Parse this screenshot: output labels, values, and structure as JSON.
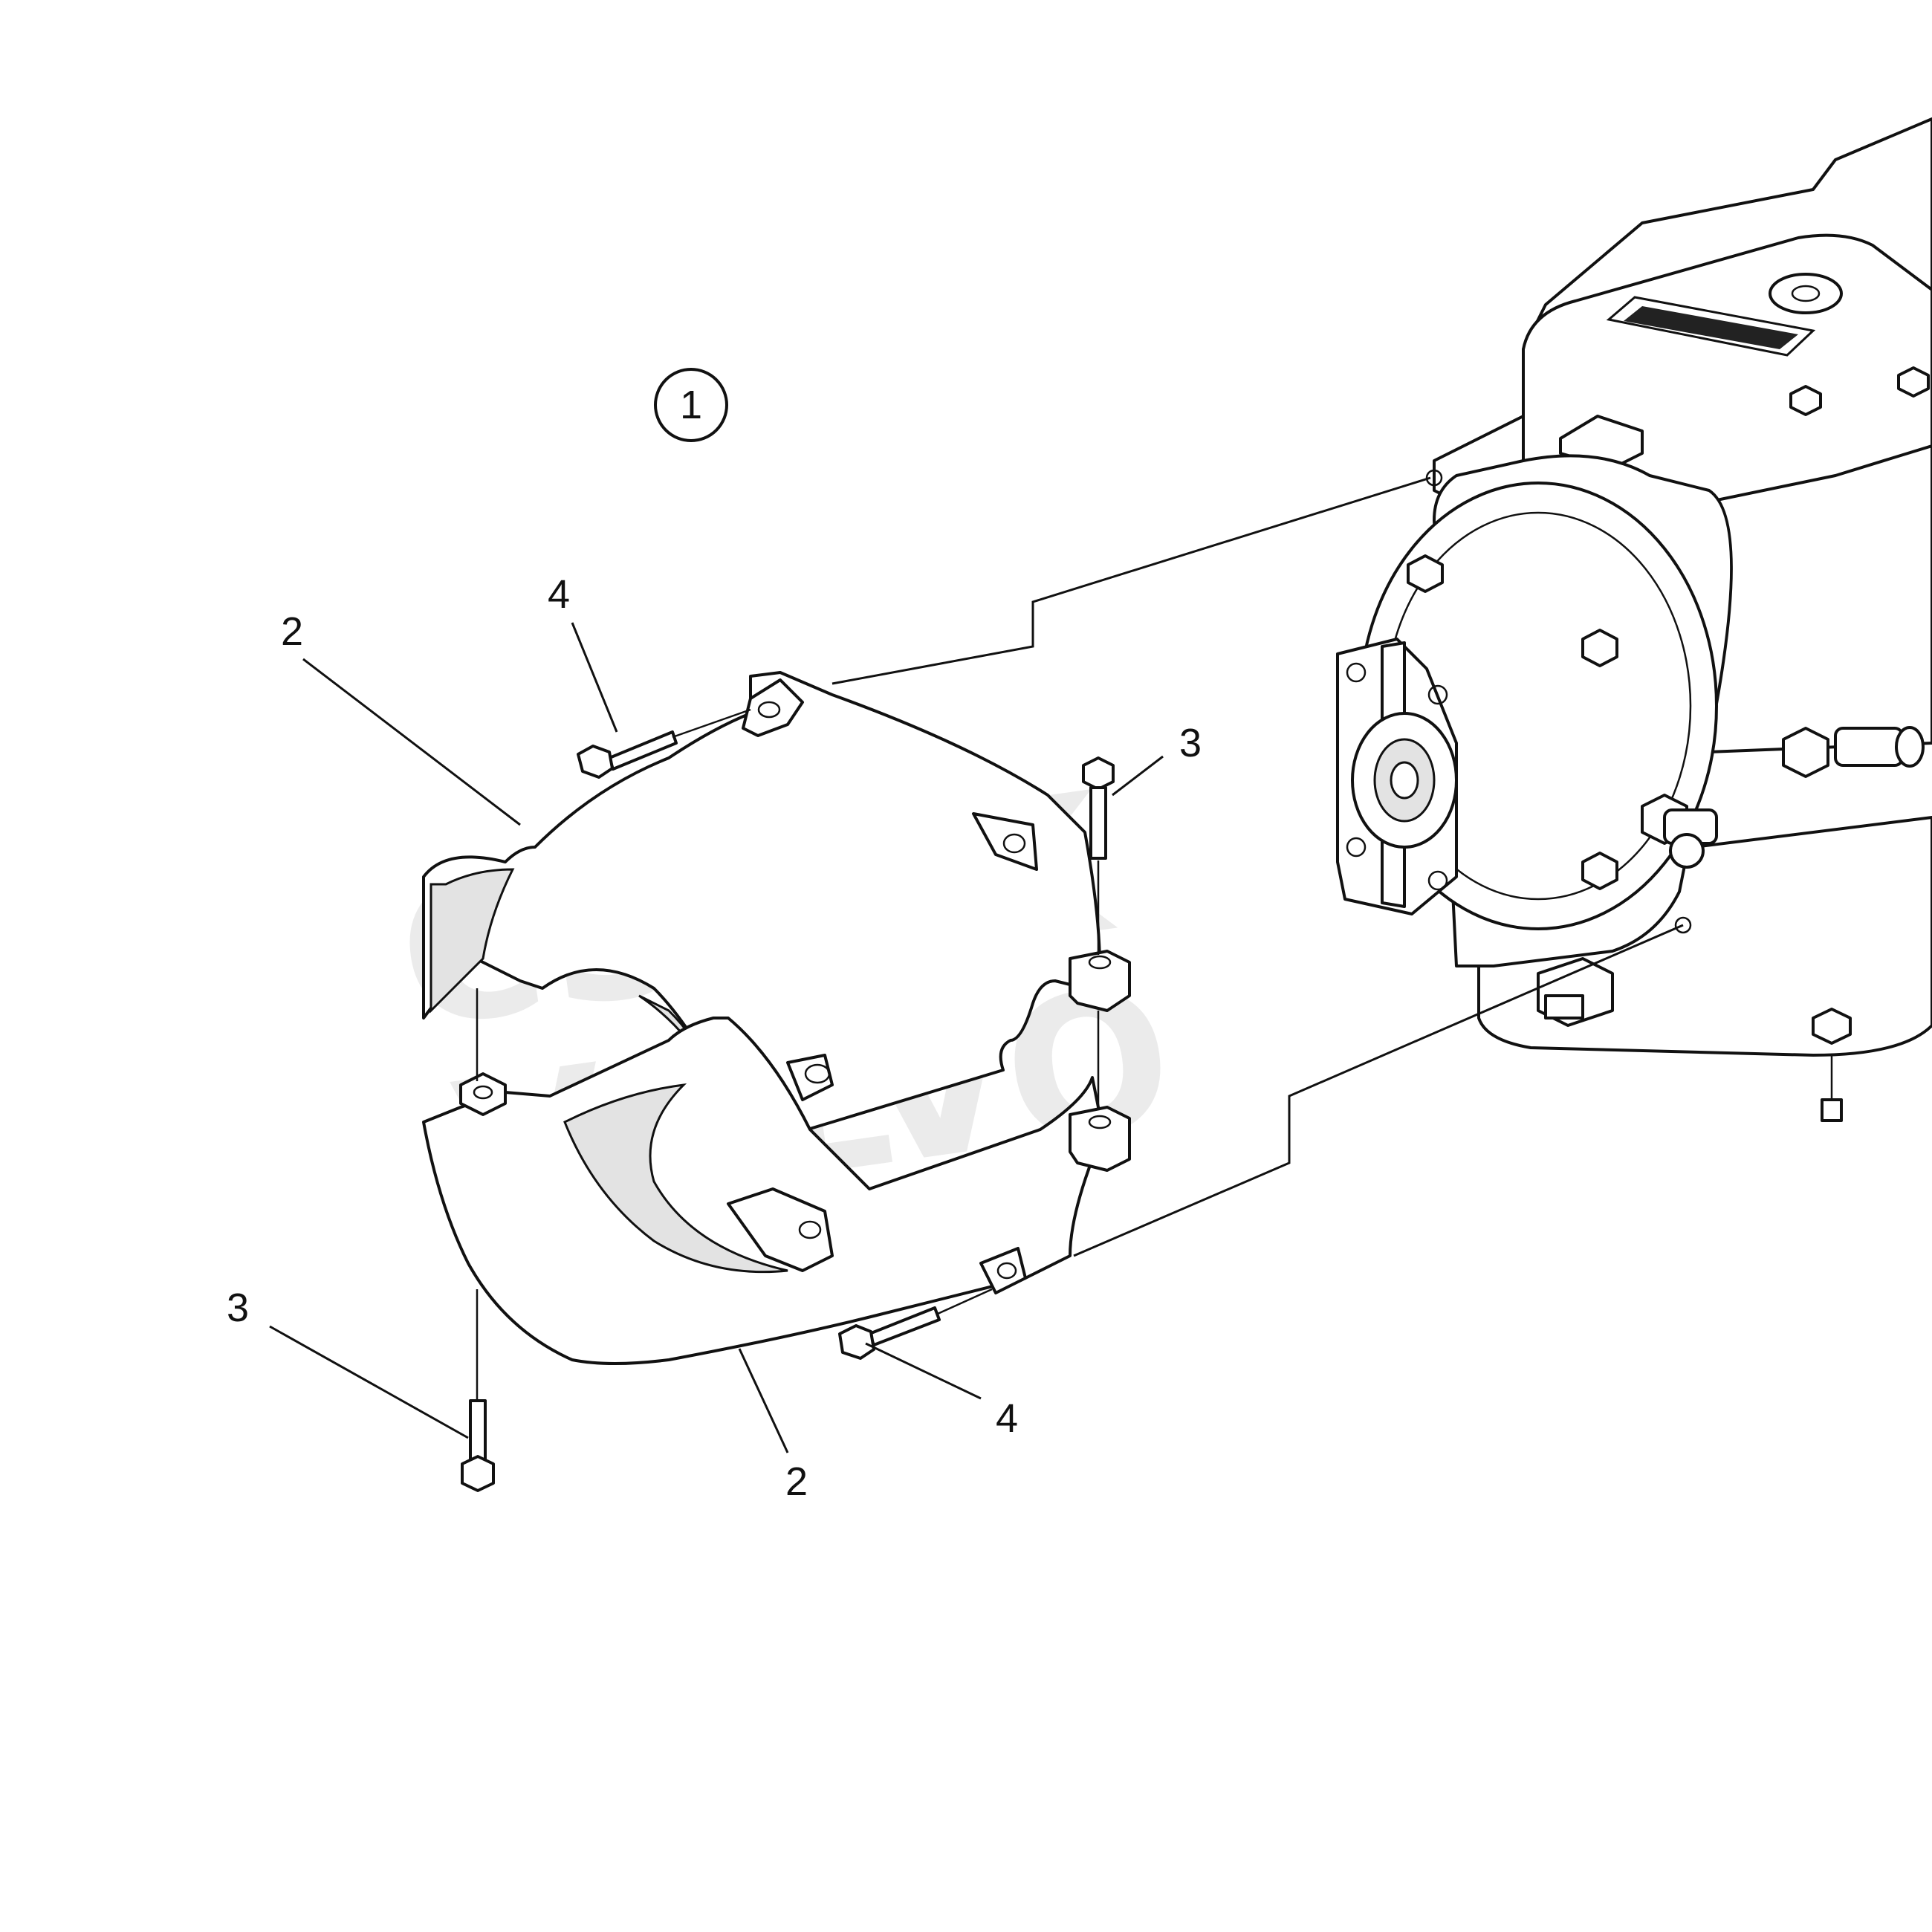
{
  "watermark": {
    "line1": "CSPEK",
    "line2": "VOLVO"
  },
  "assembly_number": "1",
  "callouts": [
    {
      "id": "c2-top",
      "label": "2"
    },
    {
      "id": "c4-top",
      "label": "4"
    },
    {
      "id": "c3-right",
      "label": "3"
    },
    {
      "id": "c3-bottom",
      "label": "3"
    },
    {
      "id": "c4-bottom",
      "label": "4"
    },
    {
      "id": "c2-bottom",
      "label": "2"
    }
  ],
  "colors": {
    "line": "#111111",
    "fill": "#ffffff",
    "shade": "#e3e3e3"
  }
}
